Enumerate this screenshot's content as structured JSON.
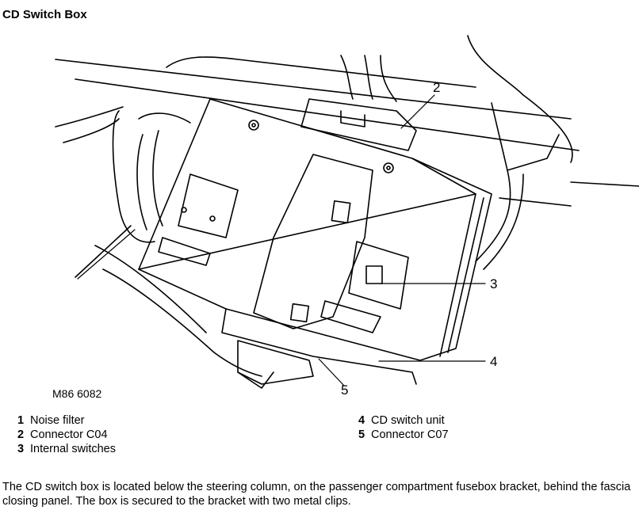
{
  "page": {
    "title": "CD Switch Box",
    "figure_code": "M86 6082",
    "description": "The CD switch box is located below the steering column, on the passenger compartment fusebox bracket, behind the fascia closing panel. The box is secured to the bracket with two metal clips."
  },
  "callouts": [
    "2",
    "3",
    "4",
    "5"
  ],
  "legend": {
    "left": [
      {
        "num": "1",
        "label": "Noise filter"
      },
      {
        "num": "2",
        "label": "Connector C04"
      },
      {
        "num": "3",
        "label": "Internal switches"
      }
    ],
    "right": [
      {
        "num": "4",
        "label": "CD switch unit"
      },
      {
        "num": "5",
        "label": "Connector C07"
      }
    ]
  }
}
